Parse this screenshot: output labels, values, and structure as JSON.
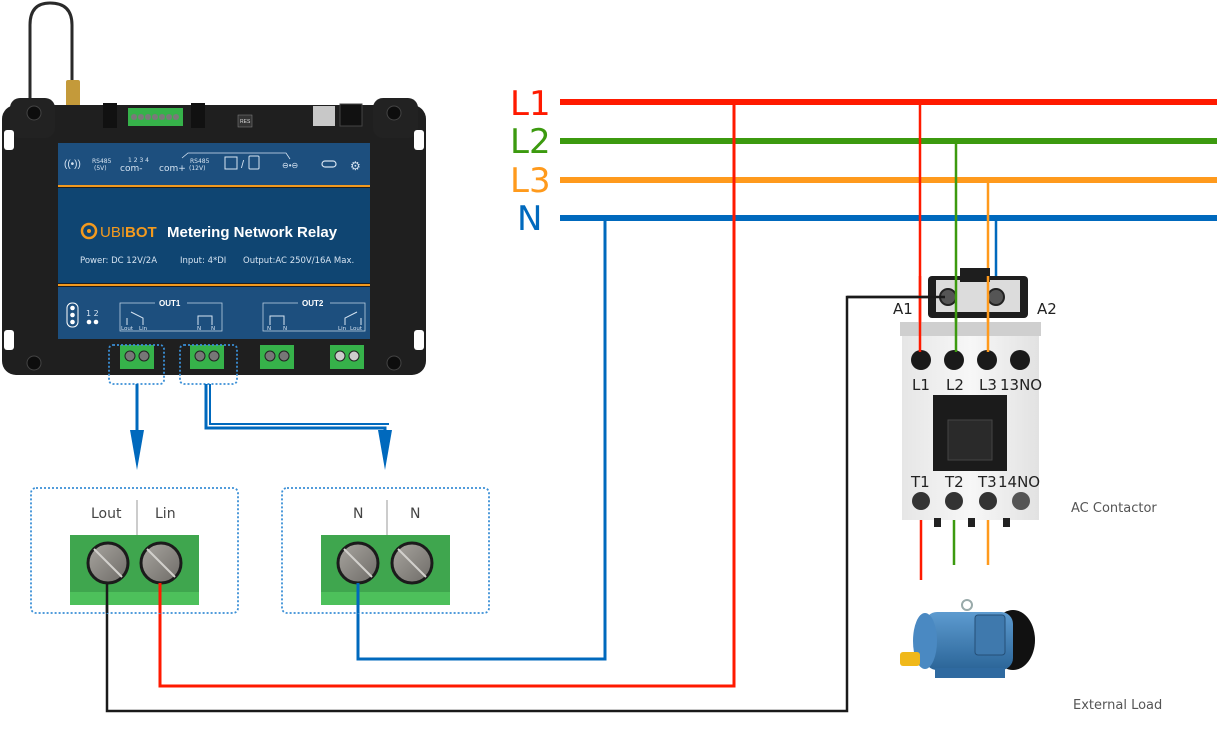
{
  "device": {
    "brand": "UBIBOT",
    "brand_prefix": "UBI",
    "brand_suffix": "BOT",
    "title": "Metering Network Relay",
    "specs": {
      "power": "Power:  DC 12V/2A",
      "input": "Input:  4*DI",
      "output": "Output:AC 250V/16A Max."
    },
    "top_panel": {
      "rs485_5v": "RS485",
      "rs485_5v_sub": "(5V)",
      "com_minus": "com-",
      "com_numbers": "1 2 3 4",
      "com_plus": "com+",
      "rs485_12v": "RS485",
      "rs485_12v_sub": "(12V)",
      "reset_label": "RES"
    },
    "bottom_panel": {
      "led_numbers": "1 2",
      "out1": "OUT1",
      "out2": "OUT2",
      "out1_terminals": [
        "Lout",
        "Lin",
        "N",
        "N"
      ],
      "out2_terminals": [
        "N",
        "N",
        "Lin",
        "Lout"
      ]
    },
    "colors": {
      "body": "#1f1f1f",
      "panel": "#1d4f7e",
      "accent": "#f39a1e",
      "terminal": "#3fae4f"
    }
  },
  "bus": {
    "lines": [
      {
        "label": "L1",
        "color": "#ff1a00"
      },
      {
        "label": "L2",
        "color": "#3c9a0f"
      },
      {
        "label": "L3",
        "color": "#ff9a1c"
      },
      {
        "label": "N",
        "color": "#0069bd"
      }
    ]
  },
  "terminal_blocks": [
    {
      "labels": [
        "Lout",
        "Lin"
      ]
    },
    {
      "labels": [
        "N",
        "N"
      ]
    }
  ],
  "contactor": {
    "coil_labels": [
      "A1",
      "A2"
    ],
    "top_labels": [
      "L1",
      "L2",
      "L3",
      "13NO"
    ],
    "bottom_labels": [
      "T1",
      "T2",
      "T3",
      "14NO"
    ],
    "caption": "AC Contactor"
  },
  "load": {
    "caption": "External Load"
  },
  "wire_colors": {
    "black": "#1a1a1a",
    "red": "#ff1a00",
    "blue": "#0069bd",
    "dotted": "#3a8fd6"
  }
}
